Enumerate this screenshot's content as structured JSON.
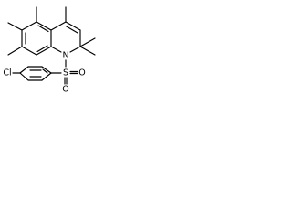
{
  "structure": {
    "atoms": {
      "n1": "N",
      "s": "S",
      "o_right": "O",
      "o_bottom": "O",
      "cl": "Cl"
    },
    "colors": {
      "bond": "#000000",
      "label": "#000000",
      "background": "#ffffff"
    }
  }
}
